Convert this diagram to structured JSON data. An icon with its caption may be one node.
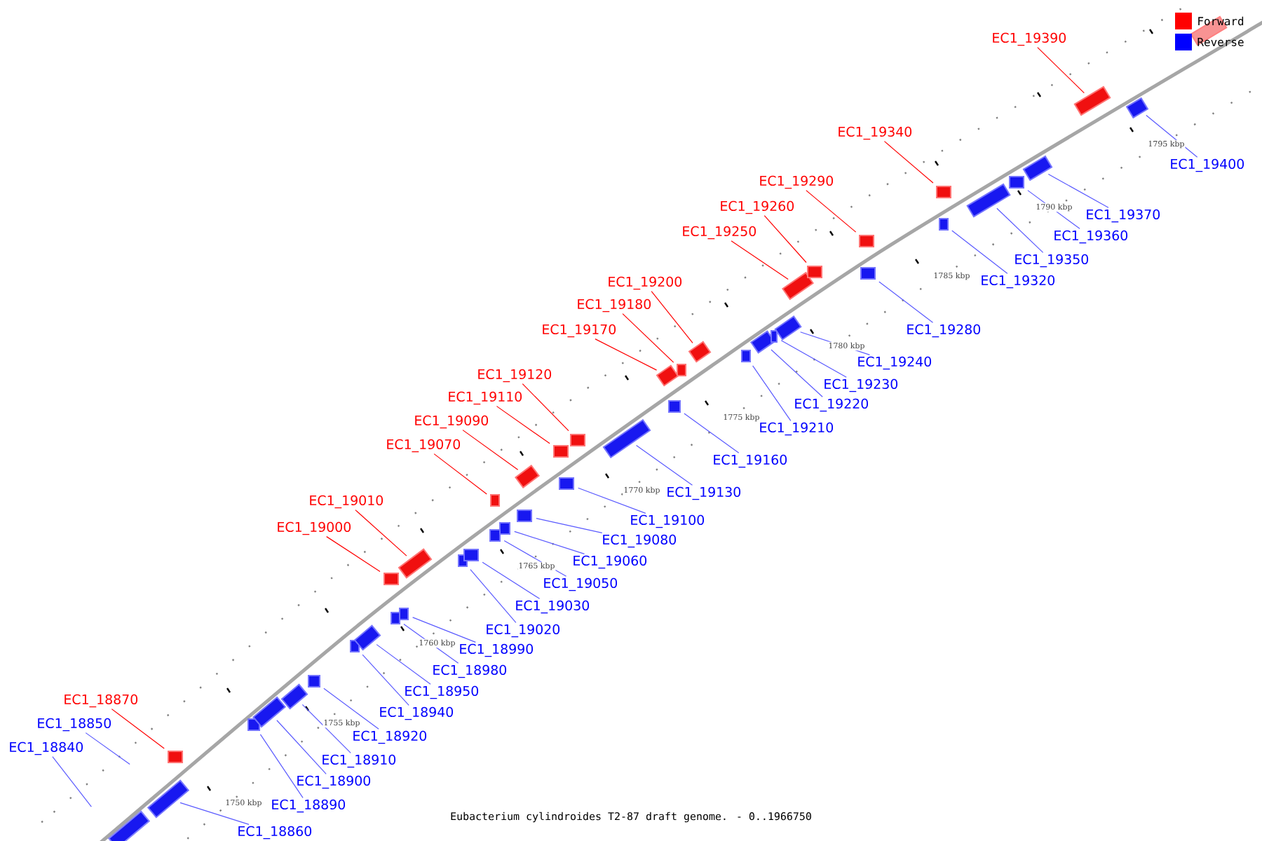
{
  "diagram": {
    "caption": "Eubacterium cylindroides T2-87 draft genome. - 0..1966750",
    "nodes": [
      {
        "text": [
          "EC1_18840"
        ]
      },
      {
        "text": [
          "EC1_18850"
        ]
      },
      {
        "text": [
          "EC1_18860"
        ]
      },
      {
        "text": [],
        "shape": "box"
      },
      {
        "text": [
          "EC1_18870"
        ]
      },
      {
        "text": [],
        "shape": "box"
      },
      {
        "text": [
          "EC1_18890"
        ]
      },
      {
        "text": [],
        "shape": "box"
      },
      {
        "text": [
          "EC1_18900"
        ]
      },
      {
        "text": [],
        "shape": "box"
      },
      {
        "text": [
          "EC1_18910"
        ]
      },
      {
        "text": [],
        "shape": "box"
      },
      {
        "text": [
          "EC1_18920"
        ]
      },
      {
        "text": [],
        "shape": "box"
      },
      {
        "text": [
          "EC1_18940"
        ]
      },
      {
        "text": [],
        "shape": "box"
      },
      {
        "text": [
          "EC1_18950"
        ]
      },
      {
        "text": [],
        "shape": "box"
      },
      {
        "text": [
          "EC1_18980"
        ]
      },
      {
        "text": [],
        "shape": "box"
      },
      {
        "text": [
          "EC1_18990"
        ]
      },
      {
        "text": [],
        "shape": "box"
      },
      {
        "text": [
          "EC1_19000"
        ]
      },
      {
        "text": [],
        "shape": "box"
      },
      {
        "text": [
          "EC1_19010"
        ]
      },
      {
        "text": [],
        "shape": "box"
      },
      {
        "text": [
          "EC1_19020"
        ]
      },
      {
        "text": [],
        "shape": "box"
      },
      {
        "text": [
          "EC1_19030"
        ]
      },
      {
        "text": [],
        "shape": "box"
      },
      {
        "text": [
          "EC1_19050"
        ]
      },
      {
        "text": [],
        "shape": "box"
      },
      {
        "text": [
          "EC1_19060"
        ]
      },
      {
        "text": [],
        "shape": "box"
      },
      {
        "text": [
          "EC1_19070"
        ]
      },
      {
        "text": [],
        "shape": "box"
      },
      {
        "text": [
          "EC1_19080"
        ]
      },
      {
        "text": [],
        "shape": "box"
      },
      {
        "text": [
          "EC1_19090"
        ]
      },
      {
        "text": [],
        "shape": "box"
      },
      {
        "text": [
          "EC1_19100"
        ]
      },
      {
        "text": [],
        "shape": "box"
      },
      {
        "text": [
          "EC1_19110"
        ]
      },
      {
        "text": [],
        "shape": "box"
      },
      {
        "text": [
          "EC1_19120"
        ]
      },
      {
        "text": [],
        "shape": "box"
      },
      {
        "text": [
          "EC1_19130"
        ]
      },
      {
        "text": [],
        "shape": "box"
      },
      {
        "text": [
          "EC1_19160"
        ]
      },
      {
        "text": [],
        "shape": "box"
      },
      {
        "text": [
          "EC1_19170"
        ]
      },
      {
        "text": [],
        "shape": "box"
      },
      {
        "text": [
          "EC1_19180"
        ]
      },
      {
        "text": [],
        "shape": "box"
      },
      {
        "text": [
          "EC1_19200"
        ]
      },
      {
        "text": [],
        "shape": "box"
      },
      {
        "text": [
          "EC1_19210"
        ]
      },
      {
        "text": [],
        "shape": "box"
      },
      {
        "text": [
          "EC1_19220"
        ]
      },
      {
        "text": [],
        "shape": "box"
      },
      {
        "text": [
          "EC1_19230"
        ]
      },
      {
        "text": [],
        "shape": "box"
      },
      {
        "text": [
          "EC1_19240"
        ]
      },
      {
        "text": [],
        "shape": "box"
      },
      {
        "text": [
          "EC1_19250"
        ]
      },
      {
        "text": [],
        "shape": "box"
      },
      {
        "text": [
          "EC1_19260"
        ]
      },
      {
        "text": [],
        "shape": "box"
      },
      {
        "text": [
          "EC1_19280"
        ]
      },
      {
        "text": [],
        "shape": "box"
      },
      {
        "text": [
          "EC1_19290"
        ]
      },
      {
        "text": [],
        "shape": "box"
      },
      {
        "text": [
          "EC1_19320"
        ]
      },
      {
        "text": [],
        "shape": "box"
      },
      {
        "text": [
          "EC1_19340"
        ]
      },
      {
        "text": [],
        "shape": "box"
      },
      {
        "text": [
          "EC1_19350"
        ]
      },
      {
        "text": [],
        "shape": "box"
      },
      {
        "text": [
          "EC1_19360"
        ]
      },
      {
        "text": [],
        "shape": "box"
      },
      {
        "text": [
          "EC1_19370"
        ]
      },
      {
        "text": [],
        "shape": "box"
      },
      {
        "text": [
          "EC1_19390"
        ]
      },
      {
        "text": [],
        "shape": "box"
      },
      {
        "text": [
          "EC1_19400"
        ]
      },
      {
        "text": [],
        "shape": "box"
      }
    ],
    "edges": [
      {
        "from": 0,
        "to": null,
        "arrow": "none"
      },
      {
        "from": 1,
        "to": null,
        "arrow": "none"
      },
      {
        "from": 2,
        "to": 3,
        "arrow": "none"
      },
      {
        "from": 4,
        "to": 5,
        "arrow": "none",
        "color": "#ff0000"
      },
      {
        "from": 6,
        "to": 7,
        "arrow": "none"
      },
      {
        "from": 8,
        "to": 9,
        "arrow": "none"
      },
      {
        "from": 10,
        "to": 11,
        "arrow": "none"
      },
      {
        "from": 12,
        "to": 13,
        "arrow": "none"
      },
      {
        "from": 14,
        "to": 15,
        "arrow": "none"
      },
      {
        "from": 16,
        "to": 17,
        "arrow": "none"
      },
      {
        "from": 18,
        "to": 19,
        "arrow": "none"
      },
      {
        "from": 20,
        "to": 21,
        "arrow": "none"
      },
      {
        "from": 22,
        "to": 23,
        "arrow": "none",
        "color": "#ff0000"
      },
      {
        "from": 24,
        "to": 25,
        "arrow": "none",
        "color": "#ff0000"
      },
      {
        "from": 26,
        "to": 27,
        "arrow": "none"
      },
      {
        "from": 28,
        "to": 29,
        "arrow": "none"
      },
      {
        "from": 30,
        "to": 31,
        "arrow": "none"
      },
      {
        "from": 32,
        "to": 33,
        "arrow": "none"
      },
      {
        "from": 34,
        "to": 35,
        "arrow": "none",
        "color": "#ff0000"
      },
      {
        "from": 36,
        "to": 37,
        "arrow": "none"
      },
      {
        "from": 38,
        "to": 39,
        "arrow": "none",
        "color": "#ff0000"
      },
      {
        "from": 40,
        "to": 41,
        "arrow": "none"
      },
      {
        "from": 42,
        "to": 43,
        "arrow": "none",
        "color": "#ff0000"
      },
      {
        "from": 44,
        "to": 45,
        "arrow": "none",
        "color": "#ff0000"
      },
      {
        "from": 46,
        "to": 47,
        "arrow": "none"
      },
      {
        "from": 48,
        "to": 49,
        "arrow": "none"
      },
      {
        "from": 50,
        "to": 51,
        "arrow": "none",
        "color": "#ff0000"
      },
      {
        "from": 52,
        "to": 53,
        "arrow": "none",
        "color": "#ff0000"
      },
      {
        "from": 54,
        "to": 55,
        "arrow": "none",
        "color": "#ff0000"
      },
      {
        "from": 56,
        "to": 57,
        "arrow": "none"
      },
      {
        "from": 58,
        "to": 59,
        "arrow": "none"
      },
      {
        "from": 60,
        "to": 61,
        "arrow": "none"
      },
      {
        "from": 62,
        "to": 63,
        "arrow": "none"
      },
      {
        "from": 64,
        "to": 65,
        "arrow": "none",
        "color": "#ff0000"
      },
      {
        "from": 66,
        "to": 67,
        "arrow": "none",
        "color": "#ff0000"
      },
      {
        "from": 68,
        "to": 69,
        "arrow": "none"
      },
      {
        "from": 70,
        "to": 71,
        "arrow": "none",
        "color": "#ff0000"
      },
      {
        "from": 72,
        "to": 73,
        "arrow": "none"
      },
      {
        "from": 74,
        "to": 75,
        "arrow": "none",
        "color": "#ff0000"
      },
      {
        "from": 76,
        "to": 77,
        "arrow": "none"
      },
      {
        "from": 78,
        "to": 79,
        "arrow": "none"
      },
      {
        "from": 80,
        "to": 81,
        "arrow": "none"
      },
      {
        "from": 82,
        "to": 83,
        "arrow": "none",
        "color": "#ff0000"
      },
      {
        "from": 84,
        "to": 85,
        "arrow": "none"
      }
    ],
    "labels": [
      "1795 kbp",
      "1790 kbp",
      "1785 kbp",
      "1780 kbp",
      "1775 kbp",
      "1770 kbp",
      "1765 kbp",
      "1760 kbp",
      "1755 kbp",
      "1750 kbp"
    ],
    "legend": [
      {
        "text": "Forward",
        "color": "#ff0000"
      },
      {
        "text": "Reverse",
        "color": "#0000ff"
      }
    ]
  }
}
